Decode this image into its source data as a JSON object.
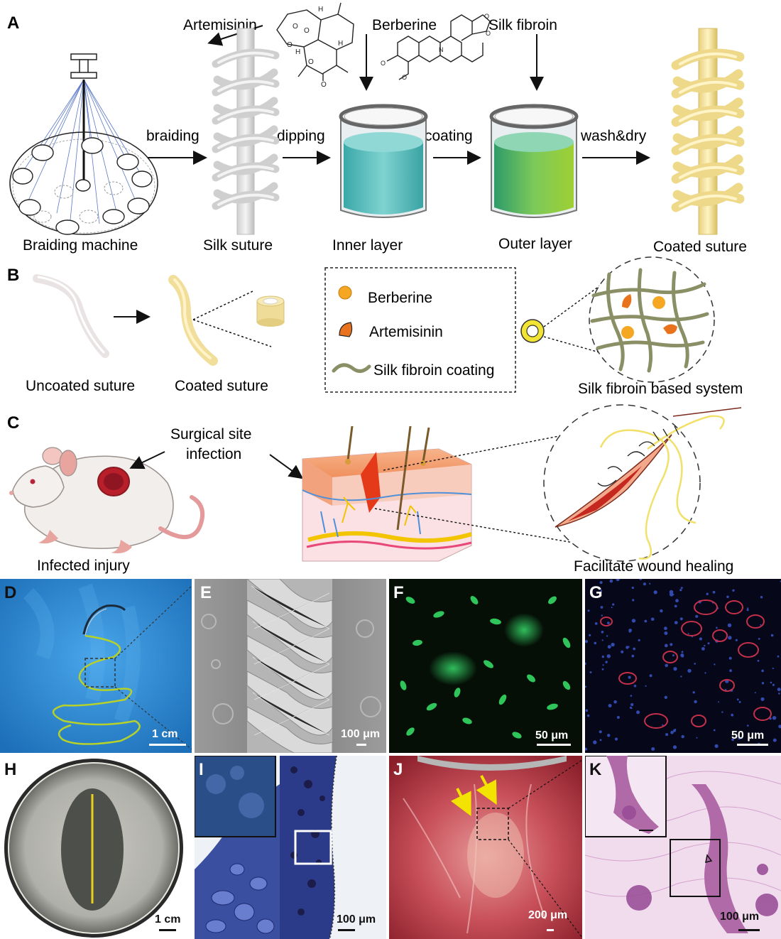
{
  "panels": {
    "A": {
      "letter": "A",
      "chemicals": {
        "artemisinin": "Artemisinin",
        "berberine": "Berberine",
        "silk_fibroin": "Silk fibroin"
      },
      "steps": {
        "braiding": "braiding",
        "dipping": "dipping",
        "coating": "coating",
        "wash_dry": "wash&dry"
      },
      "captions": {
        "braiding_machine": "Braiding machine",
        "silk_suture": "Silk suture",
        "inner_layer": "Inner layer",
        "outer_layer": "Outer layer",
        "coated_suture": "Coated suture"
      }
    },
    "B": {
      "letter": "B",
      "captions": {
        "uncoated": "Uncoated suture",
        "coated": "Coated suture",
        "system": "Silk fibroin based system"
      },
      "legend": {
        "berberine": "Berberine",
        "artemisinin": "Artemisinin",
        "coating": "Silk fibroin coating"
      }
    },
    "C": {
      "letter": "C",
      "labels": {
        "surgical_site_line1": "Surgical site",
        "surgical_site_line2": "infection",
        "infected_injury": "Infected injury",
        "wound_healing": "Facilitate wound healing"
      }
    },
    "D": {
      "letter": "D",
      "scale": "1 cm"
    },
    "E": {
      "letter": "E",
      "scale": "100 μm"
    },
    "F": {
      "letter": "F",
      "scale": "50 μm"
    },
    "G": {
      "letter": "G",
      "scale": "50 μm"
    },
    "H": {
      "letter": "H",
      "scale": "1 cm"
    },
    "I": {
      "letter": "I",
      "scale": "100 μm"
    },
    "J": {
      "letter": "J",
      "scale": "200 μm"
    },
    "K": {
      "letter": "K",
      "scale": "100 μm"
    }
  },
  "colors": {
    "suture_gray": "#d9d9d9",
    "suture_coated": "#f1de9a",
    "inner_liquid": "#5fbfbf",
    "outer_liquid": "#6fb94f",
    "berberine": "#f5a623",
    "artemisinin": "#e8731c",
    "silk_coating": "#8a8f66",
    "blue_background": "#2f8fd8",
    "fluor_green": "#27c45a",
    "he_stain": "#c98ac0"
  }
}
